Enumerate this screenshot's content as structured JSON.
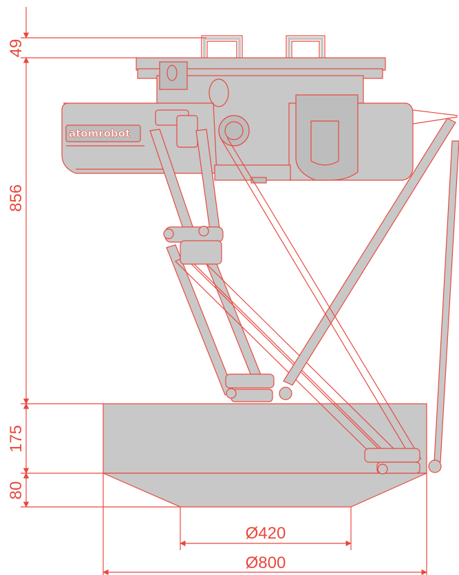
{
  "brand": {
    "text": "atomrobot"
  },
  "colors": {
    "line": "#e8483e",
    "fill": "#c8c8c8",
    "fill_dark": "#bdbdbd",
    "background": "#ffffff"
  },
  "dimensions": {
    "vertical": [
      {
        "id": "top-offset",
        "label": "49"
      },
      {
        "id": "body-height",
        "label": "856"
      },
      {
        "id": "platform-height",
        "label": "175"
      },
      {
        "id": "taper-height",
        "label": "80"
      }
    ],
    "horizontal": [
      {
        "id": "inner-diameter",
        "label": "Ø420"
      },
      {
        "id": "outer-diameter",
        "label": "Ø800"
      }
    ]
  }
}
